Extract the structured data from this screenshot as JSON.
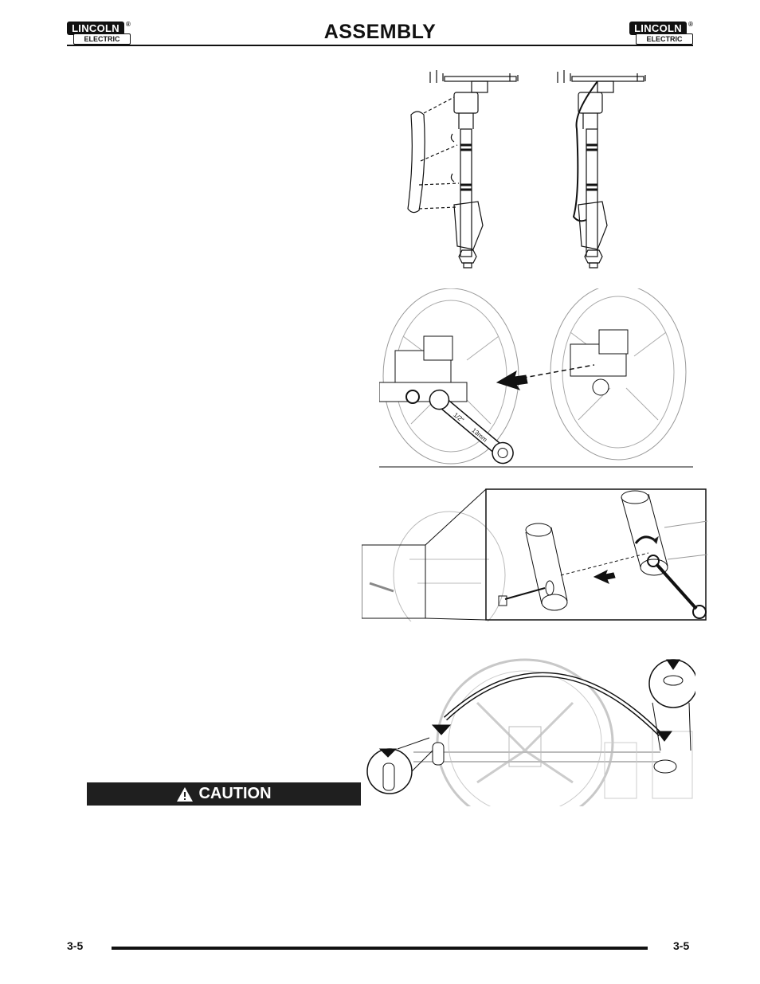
{
  "header": {
    "title": "ASSEMBLY",
    "logo_top": "LINCOLN",
    "logo_bottom": "ELECTRIC",
    "registered_mark": "®"
  },
  "figures": {
    "wrench_label_left": "1/2\"",
    "wrench_label_right": "13mm"
  },
  "caution": {
    "label": "CAUTION"
  },
  "footer": {
    "page_left": "3-5",
    "page_right": "3-5"
  }
}
